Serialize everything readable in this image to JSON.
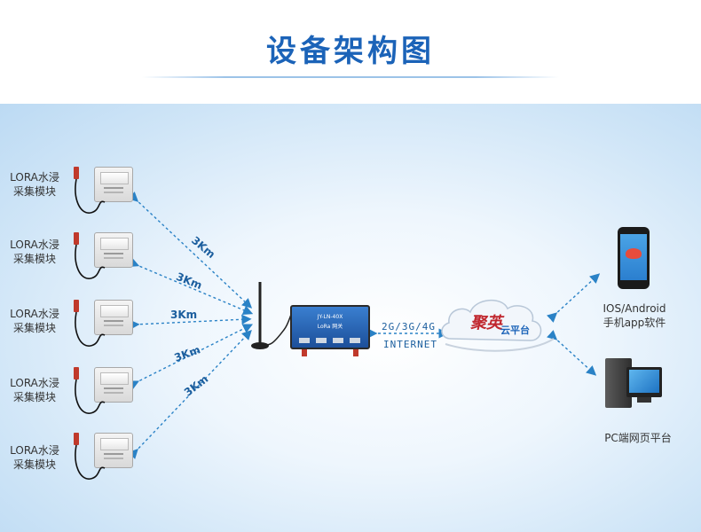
{
  "title": "设备架构图",
  "sensors": [
    {
      "label_line1": "LORA水浸",
      "label_line2": "采集模块"
    },
    {
      "label_line1": "LORA水浸",
      "label_line2": "采集模块"
    },
    {
      "label_line1": "LORA水浸",
      "label_line2": "采集模块"
    },
    {
      "label_line1": "LORA水浸",
      "label_line2": "采集模块"
    },
    {
      "label_line1": "LORA水浸",
      "label_line2": "采集模块"
    }
  ],
  "links": [
    "3Km",
    "3Km",
    "3Km",
    "3Km",
    "3Km"
  ],
  "gateway": {
    "model": "JY-LN-40X",
    "name": "LoRa 网关"
  },
  "network": {
    "protocols": "2G/3G/4G",
    "internet": "INTERNET"
  },
  "cloud": {
    "brand": "聚英",
    "platform": "云平台"
  },
  "mobile": {
    "line1": "IOS/Android",
    "line2": "手机app软件"
  },
  "pc": {
    "label": "PC端网页平台"
  },
  "colors": {
    "title": "#1b63b8",
    "arrow": "#2a82c6",
    "brand_red": "#c0262d"
  }
}
